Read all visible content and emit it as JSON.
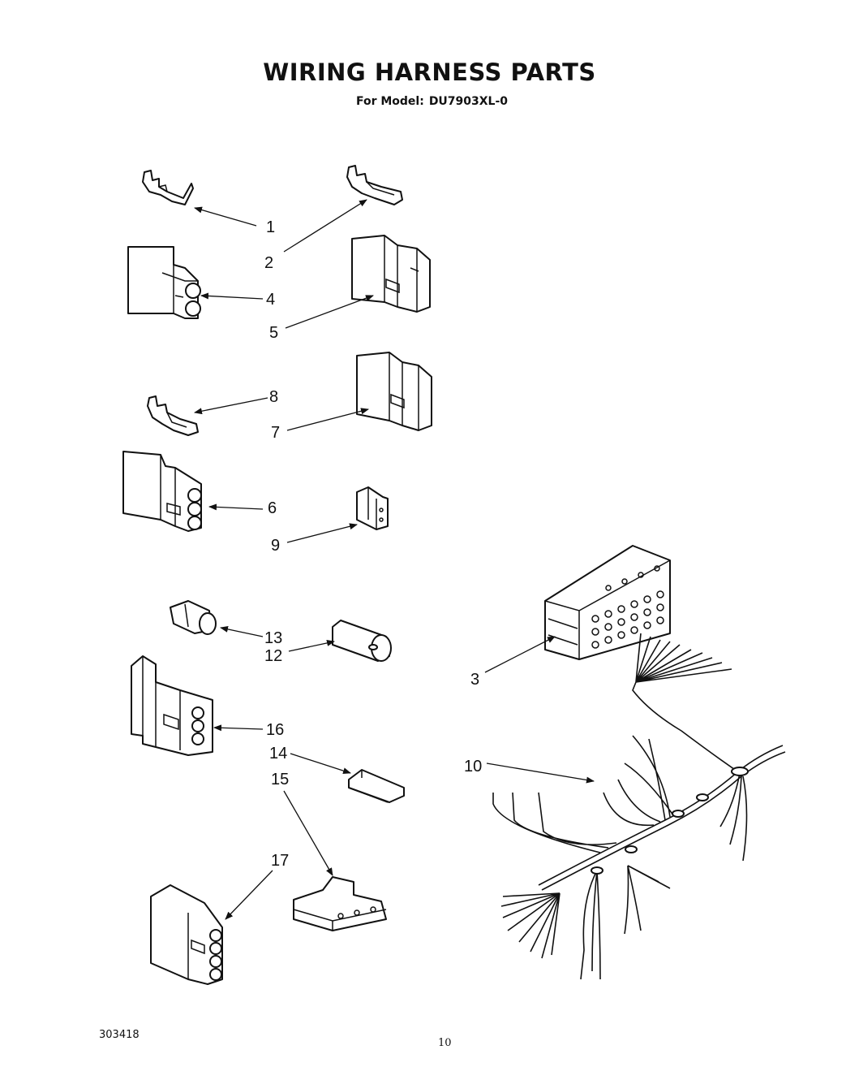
{
  "header": {
    "title": "WIRING HARNESS PARTS",
    "model_label": "For Model:",
    "model_number": "DU7903XL-0"
  },
  "footer": {
    "doc_number": "303418",
    "page_number": "10"
  },
  "callouts": [
    "1",
    "2",
    "4",
    "5",
    "8",
    "7",
    "6",
    "9",
    "13",
    "12",
    "16",
    "14",
    "15",
    "17",
    "3",
    "10"
  ]
}
